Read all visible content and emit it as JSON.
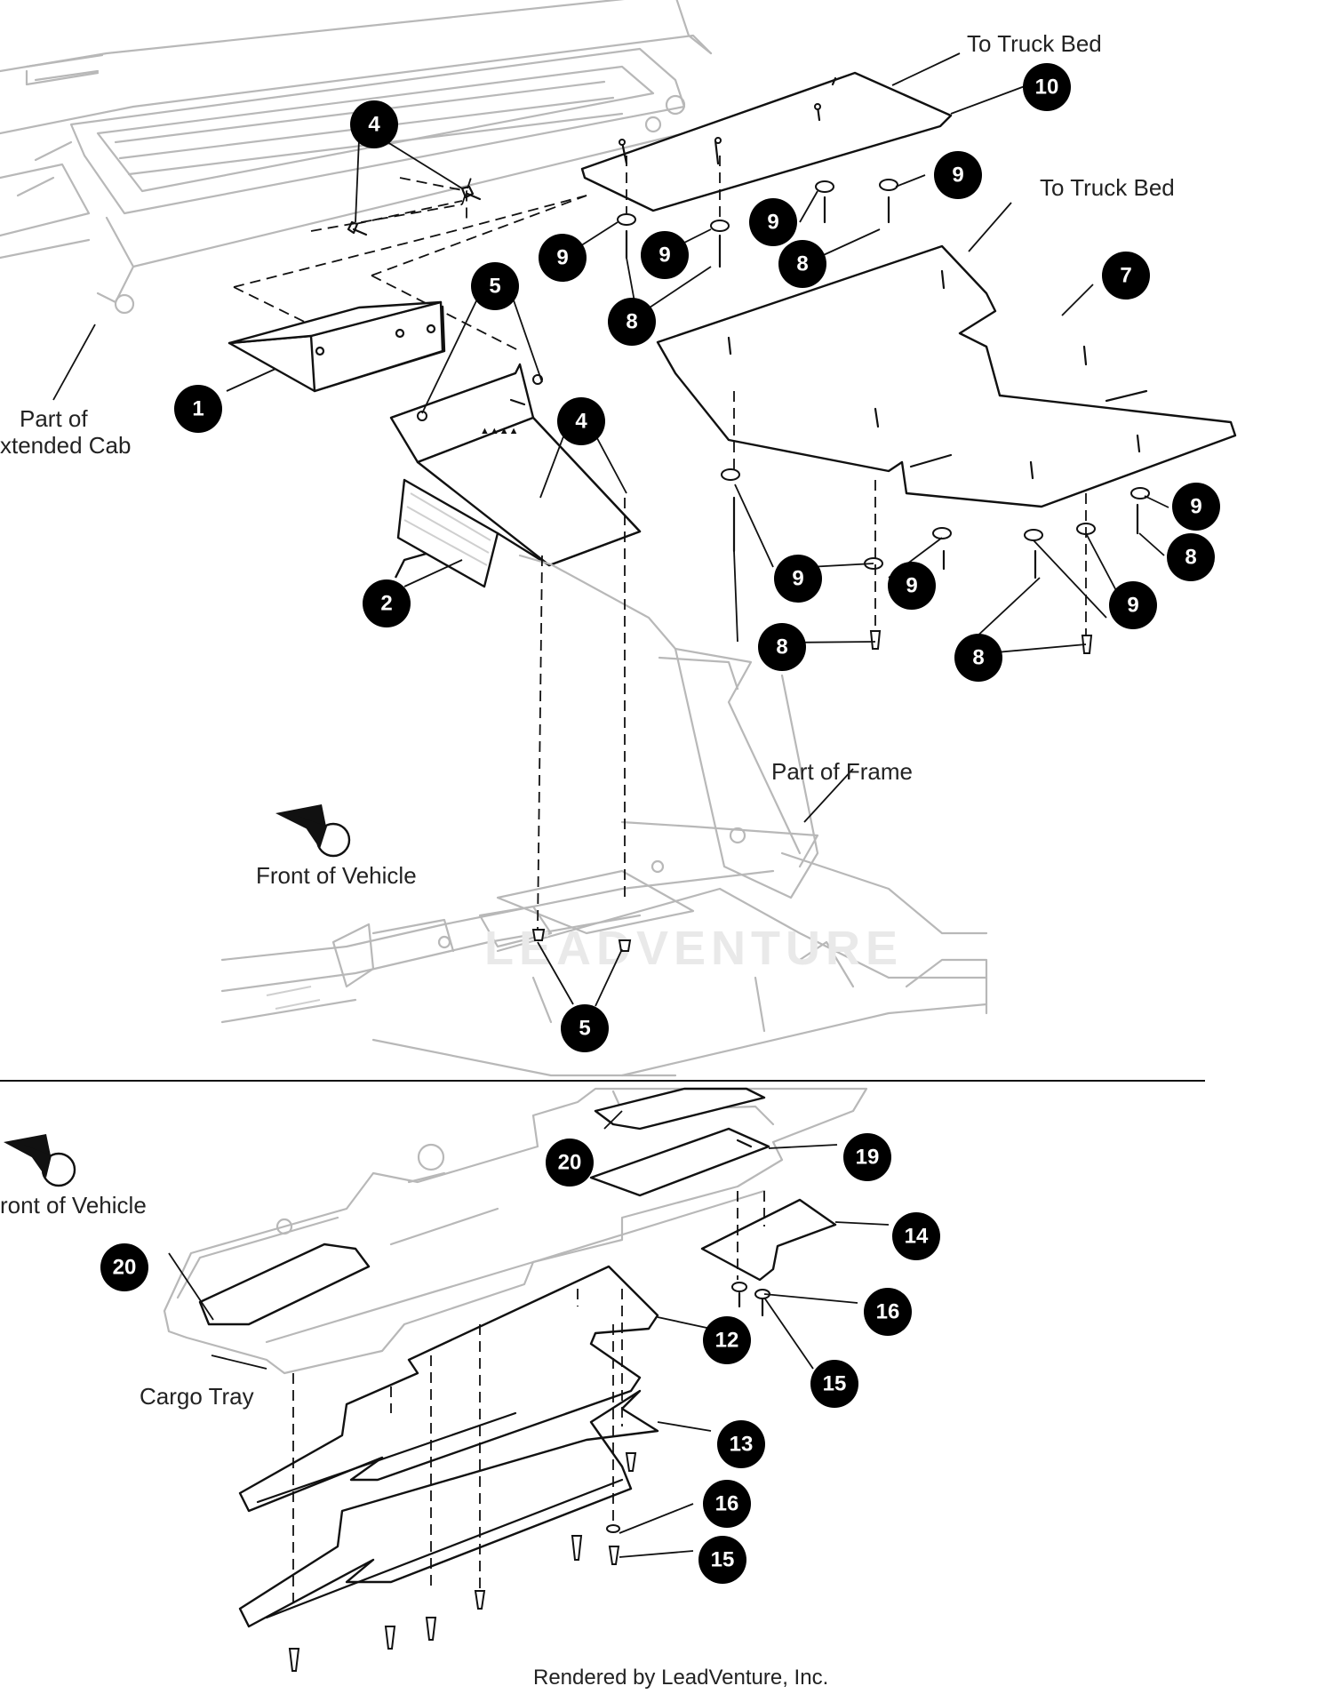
{
  "labels": {
    "to_truck_bed_top": "To Truck Bed",
    "to_truck_bed_right": "To Truck Bed",
    "part_of_line1": "Part of",
    "part_of_line2": "xtended Cab",
    "part_of_frame": "Part of Frame",
    "front_of_vehicle_1": "Front of Vehicle",
    "front_of_vehicle_2": "ront of Vehicle",
    "cargo_tray": "Cargo Tray",
    "credit": "Rendered by LeadVenture, Inc.",
    "watermark": "LEADVENTURE"
  },
  "callouts": {
    "c10": "10",
    "c4a": "4",
    "c9a": "9",
    "c9b": "9",
    "c9c": "9",
    "c9d": "9",
    "c8a": "8",
    "c8b": "8",
    "c7": "7",
    "c5a": "5",
    "c1": "1",
    "c4b": "4",
    "c2": "2",
    "c9e": "9",
    "c8c": "8",
    "c9f": "9",
    "c9g": "9",
    "c9h": "9",
    "c8d": "8",
    "c8e": "8",
    "c5b": "5",
    "c20a": "20",
    "c19": "19",
    "c14": "14",
    "c20b": "20",
    "c16a": "16",
    "c12": "12",
    "c15a": "15",
    "c13": "13",
    "c16b": "16",
    "c15b": "15"
  },
  "colors": {
    "ink": "#111111",
    "faded_linework": "#b8b8b8",
    "callout_fill": "#000000",
    "callout_text": "#ffffff"
  }
}
